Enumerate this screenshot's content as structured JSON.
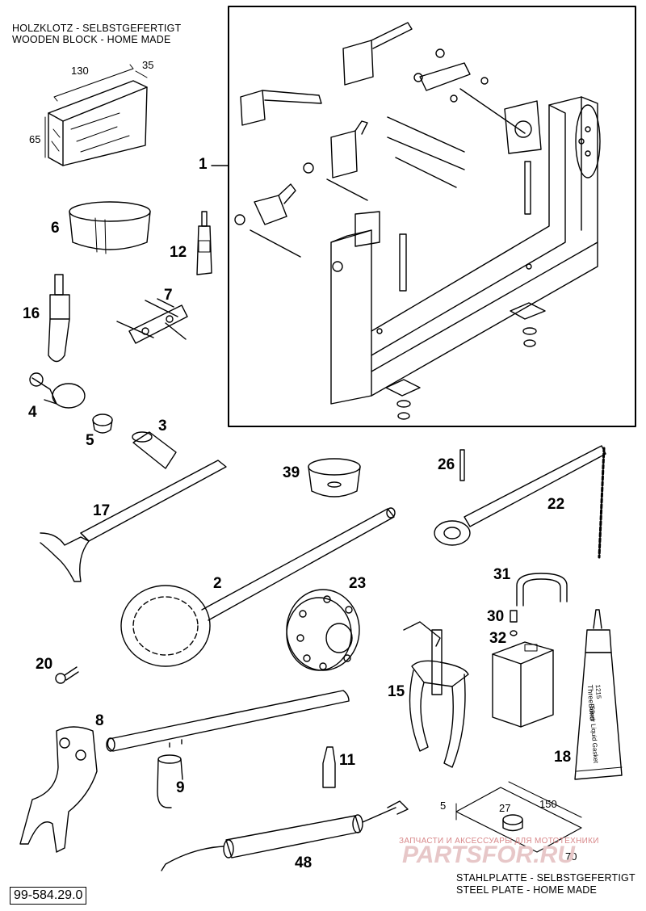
{
  "header": {
    "line1": "HOLZKLOTZ - SELBSTGEFERTIGT",
    "line2": "WOODEN BLOCK - HOME MADE"
  },
  "wooden_block_dims": {
    "length": "130",
    "width": "35",
    "height": "65"
  },
  "steel_plate_dims": {
    "thickness": "5",
    "hole": "27",
    "length": "150",
    "width": "70"
  },
  "footer": {
    "line1": "STAHLPLATTE - SELBSTGEFERTIGT",
    "line2": "STEEL PLATE - HOME MADE"
  },
  "part_number": "99-584.29.0",
  "watermark": {
    "caption": "ЗАПЧАСТИ И АКСЕССУАРЫ ДЛЯ МОТОТЕХНИКИ",
    "brand": "PARTSFOR.RU"
  },
  "tube_label": {
    "brand": "ThreeBond",
    "code": "1215",
    "desc": "Silver Liquid Gasket"
  },
  "callouts": {
    "c1": "1",
    "c2": "2",
    "c3": "3",
    "c4": "4",
    "c5": "5",
    "c6": "6",
    "c7": "7",
    "c8": "8",
    "c9": "9",
    "c11": "11",
    "c12": "12",
    "c15": "15",
    "c16": "16",
    "c17": "17",
    "c18": "18",
    "c20": "20",
    "c22": "22",
    "c23": "23",
    "c26": "26",
    "c30": "30",
    "c31": "31",
    "c32": "32",
    "c39": "39",
    "c48": "48"
  }
}
